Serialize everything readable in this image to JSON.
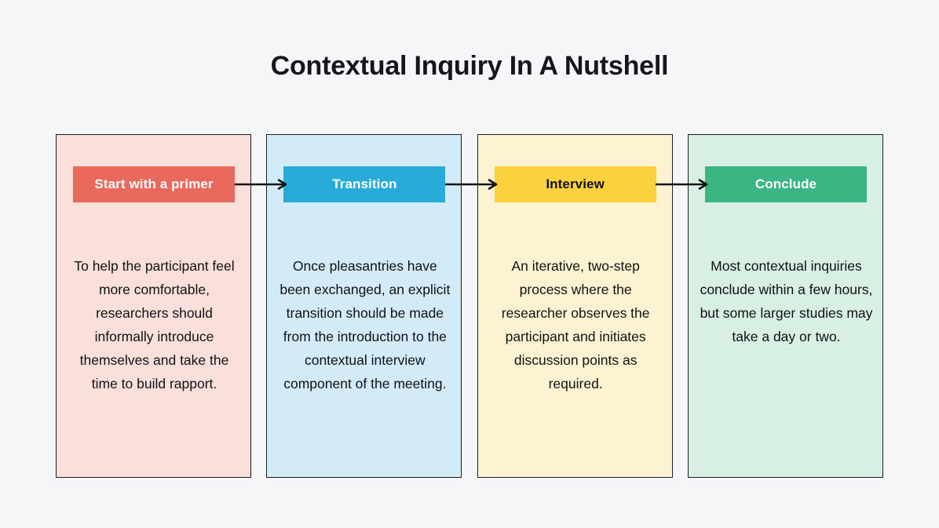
{
  "page": {
    "background_color": "#F4F6F8",
    "title": "Contextual Inquiry In A Nutshell"
  },
  "diagram": {
    "type": "horizontal-process-flow",
    "connector": "arrow-right",
    "steps": [
      {
        "id": "start-with-a-primer",
        "header_label": "Start with a primer",
        "header_color": "#E9695C",
        "header_text_color": "#FFFFFF",
        "card_color": "#FBDFDB",
        "body_text": "To help the participant feel more comfortable, researchers should informally introduce themselves and take the time to build rapport."
      },
      {
        "id": "transition",
        "header_label": "Transition",
        "header_color": "#29ABD8",
        "header_text_color": "#FFFFFF",
        "card_color": "#D3EAF7",
        "body_text": "Once pleasantries have been exchanged, an explicit transition should be made from the introduction to the contextual interview component of the meeting."
      },
      {
        "id": "interview",
        "header_label": "Interview",
        "header_color": "#FCD13D",
        "header_text_color": "#101214",
        "card_color": "#FDF3D2",
        "body_text": "An iterative, two-step process where the researcher observes the participant and initiates discussion points as required."
      },
      {
        "id": "conclude",
        "header_label": "Conclude",
        "header_color": "#3CB584",
        "header_text_color": "#FFFFFF",
        "card_color": "#D8EFE3",
        "body_text": "Most contextual inquiries conclude within a few hours, but some larger studies may take a day or two."
      }
    ],
    "arrows": [
      {
        "id": "arrow-primer-to-transition",
        "from": "start-with-a-primer",
        "to": "transition"
      },
      {
        "id": "arrow-transition-to-interview",
        "from": "transition",
        "to": "interview"
      },
      {
        "id": "arrow-interview-to-conclude",
        "from": "interview",
        "to": "conclude"
      }
    ]
  }
}
